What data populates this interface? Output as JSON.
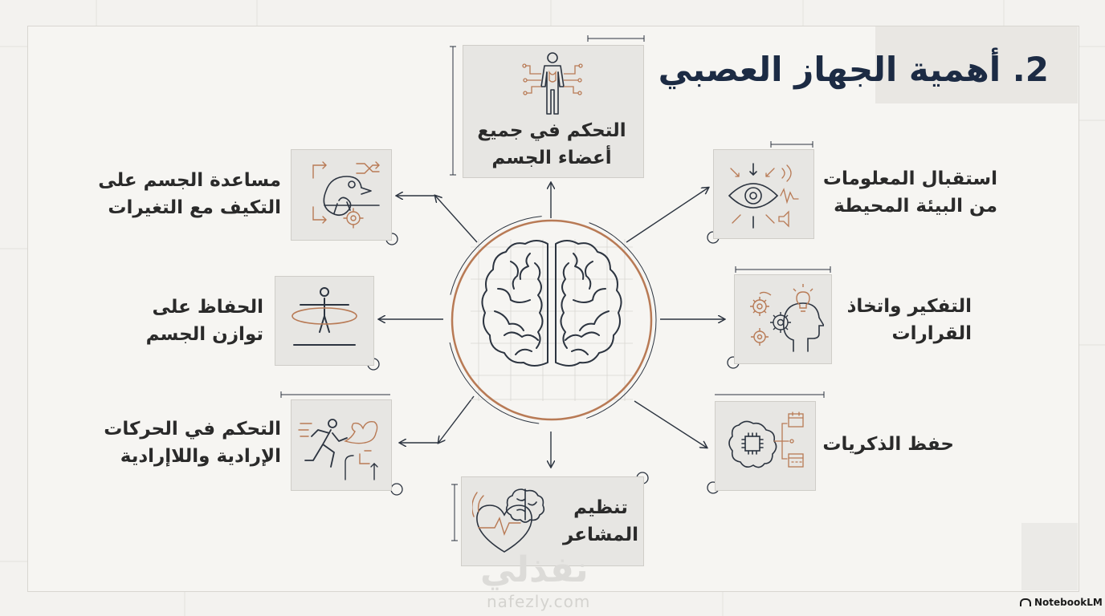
{
  "title": "2. أهمية الجهاز العصبي",
  "items": [
    {
      "id": "control-organs",
      "lines": [
        "التحكم في جميع",
        "أعضاء الجسم"
      ],
      "icon": "body-circuit-icon"
    },
    {
      "id": "receive-info",
      "lines": [
        "استقبال المعلومات",
        "من البيئة المحيطة"
      ],
      "icon": "eye-senses-icon"
    },
    {
      "id": "thinking",
      "lines": [
        "التفكير واتخاذ",
        "القرارات"
      ],
      "icon": "head-gears-icon"
    },
    {
      "id": "memory",
      "lines": [
        "حفظ الذكريات"
      ],
      "icon": "brain-chip-icon"
    },
    {
      "id": "emotions",
      "lines": [
        "تنظيم",
        "المشاعر"
      ],
      "icon": "heart-brain-icon"
    },
    {
      "id": "movements",
      "lines": [
        "التحكم في الحركات",
        "الإرادية واللاإرادية"
      ],
      "icon": "runner-muscle-icon"
    },
    {
      "id": "balance",
      "lines": [
        "الحفاظ على",
        "توازن الجسم"
      ],
      "icon": "balance-person-icon"
    },
    {
      "id": "adapt",
      "lines": [
        "مساعدة الجسم على",
        "التكيف مع التغيرات"
      ],
      "icon": "chameleon-icon"
    }
  ],
  "center_icon": "brain-icon",
  "watermark": {
    "text": "نفذلي",
    "sub": "nafezly.com"
  },
  "brand": "NotebookLM",
  "colors": {
    "ink": "#2c3440",
    "accent": "#b87a55",
    "title": "#1c2b44"
  }
}
